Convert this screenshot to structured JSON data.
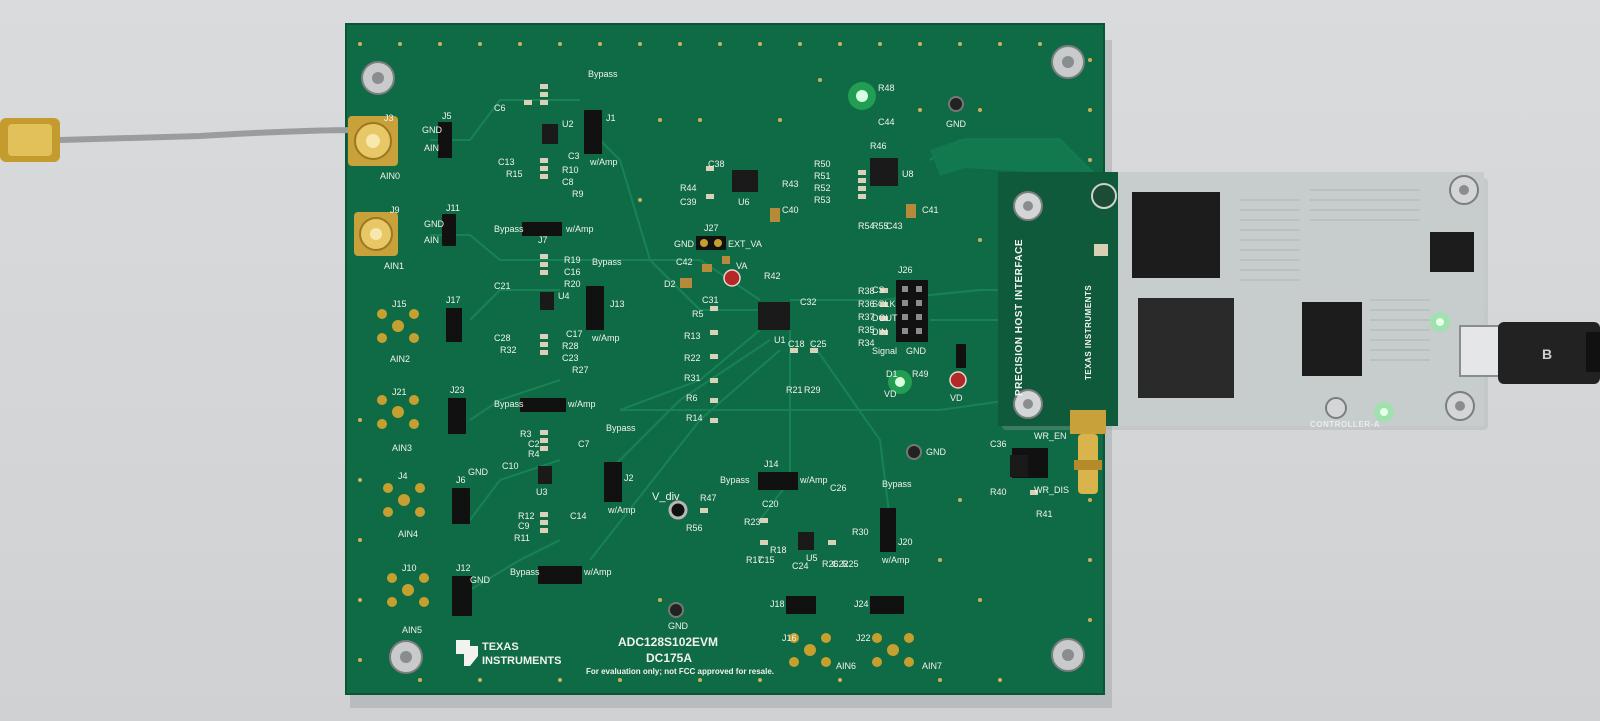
{
  "scene": {
    "description_hidden": false
  },
  "board": {
    "name": "ADC128S102EVM",
    "rev": "DC175A",
    "disclaimer": "For evaluation only; not FCC approved for resale.",
    "brand_line1": "TEXAS",
    "brand_line2": "INSTRUMENTS",
    "pcb_color": "#0f6b45",
    "connectors": [
      {
        "ref": "J3",
        "label": "AIN0"
      },
      {
        "ref": "J9",
        "label": "AIN1"
      },
      {
        "ref": "J15",
        "label": "AIN2"
      },
      {
        "ref": "J21",
        "label": "AIN3"
      },
      {
        "ref": "J4",
        "label": "AIN4"
      },
      {
        "ref": "J10",
        "label": "AIN5"
      },
      {
        "ref": "J16",
        "label": "AIN6"
      },
      {
        "ref": "J22",
        "label": "AIN7"
      }
    ],
    "jumper_labels": {
      "bypass": "Bypass",
      "wamp": "w/Amp",
      "gnd": "GND",
      "ain": "AIN",
      "ext_va": "EXT_VA",
      "v_div": "V_div",
      "va": "VA",
      "vd": "VD",
      "signal": "Signal",
      "gnd_short": "GND",
      "wr_en": "WR_EN",
      "wr_dis": "WR_DIS"
    },
    "spi_labels": [
      "CS",
      "SCLK",
      "DOUT",
      "DIN"
    ],
    "header_ref": "J26",
    "refdes": [
      "J5",
      "J11",
      "J17",
      "J23",
      "J6",
      "J12",
      "J1",
      "J7",
      "J13",
      "J2",
      "J14",
      "J20",
      "J18",
      "J24",
      "J27",
      "U1",
      "U2",
      "U3",
      "U4",
      "U5",
      "U6",
      "U8",
      "D1",
      "D2",
      "R48",
      "C44",
      "R46",
      "R38",
      "R36",
      "R37",
      "R35",
      "R34",
      "C31",
      "C32",
      "R5",
      "R13",
      "R22",
      "R31",
      "R6",
      "R14",
      "R47",
      "R56",
      "R49",
      "C42",
      "R42",
      "R44",
      "C38",
      "C39",
      "R43",
      "C40",
      "C6",
      "C13",
      "R15",
      "R10",
      "C8",
      "R9",
      "C3",
      "C21",
      "R19",
      "C16",
      "R20",
      "C28",
      "R32",
      "R28",
      "C23",
      "R27",
      "C17",
      "R3",
      "C2",
      "R4",
      "C7",
      "C10",
      "C9",
      "R11",
      "R12",
      "C14",
      "R23",
      "C20",
      "R17",
      "R18",
      "C15",
      "C24",
      "C26",
      "R30",
      "R25",
      "C22",
      "R26",
      "R50",
      "R51",
      "R52",
      "R53",
      "R54",
      "R55",
      "C43",
      "C41",
      "C36",
      "R40",
      "R41",
      "C18",
      "C25",
      "R21",
      "R29",
      "GND"
    ]
  },
  "controller": {
    "title_line": "PRECISION HOST INTERFACE",
    "side_label": "CONTROLLER-A",
    "brand": "TEXAS INSTRUMENTS",
    "usb_label": "B"
  },
  "leds": [
    {
      "name": "power-led-top",
      "color": "#44ff66"
    },
    {
      "name": "led-d1",
      "color": "#44ff66"
    },
    {
      "name": "controller-led-1",
      "color": "#66ff88"
    },
    {
      "name": "controller-led-2",
      "color": "#66ff88"
    }
  ]
}
